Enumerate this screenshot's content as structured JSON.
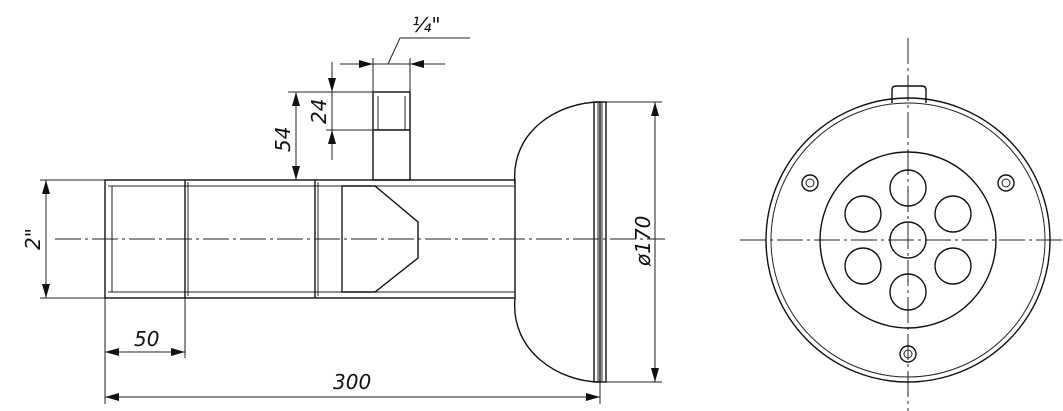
{
  "labels": {
    "thread_quarter": "¼\"",
    "height_24": "24",
    "height_54": "54",
    "pipe_thread": "2\"",
    "length_50": "50",
    "length_300": "300",
    "diameter_170": "ø170"
  },
  "colors": {
    "line": "#111111",
    "background": "#ffffff"
  }
}
